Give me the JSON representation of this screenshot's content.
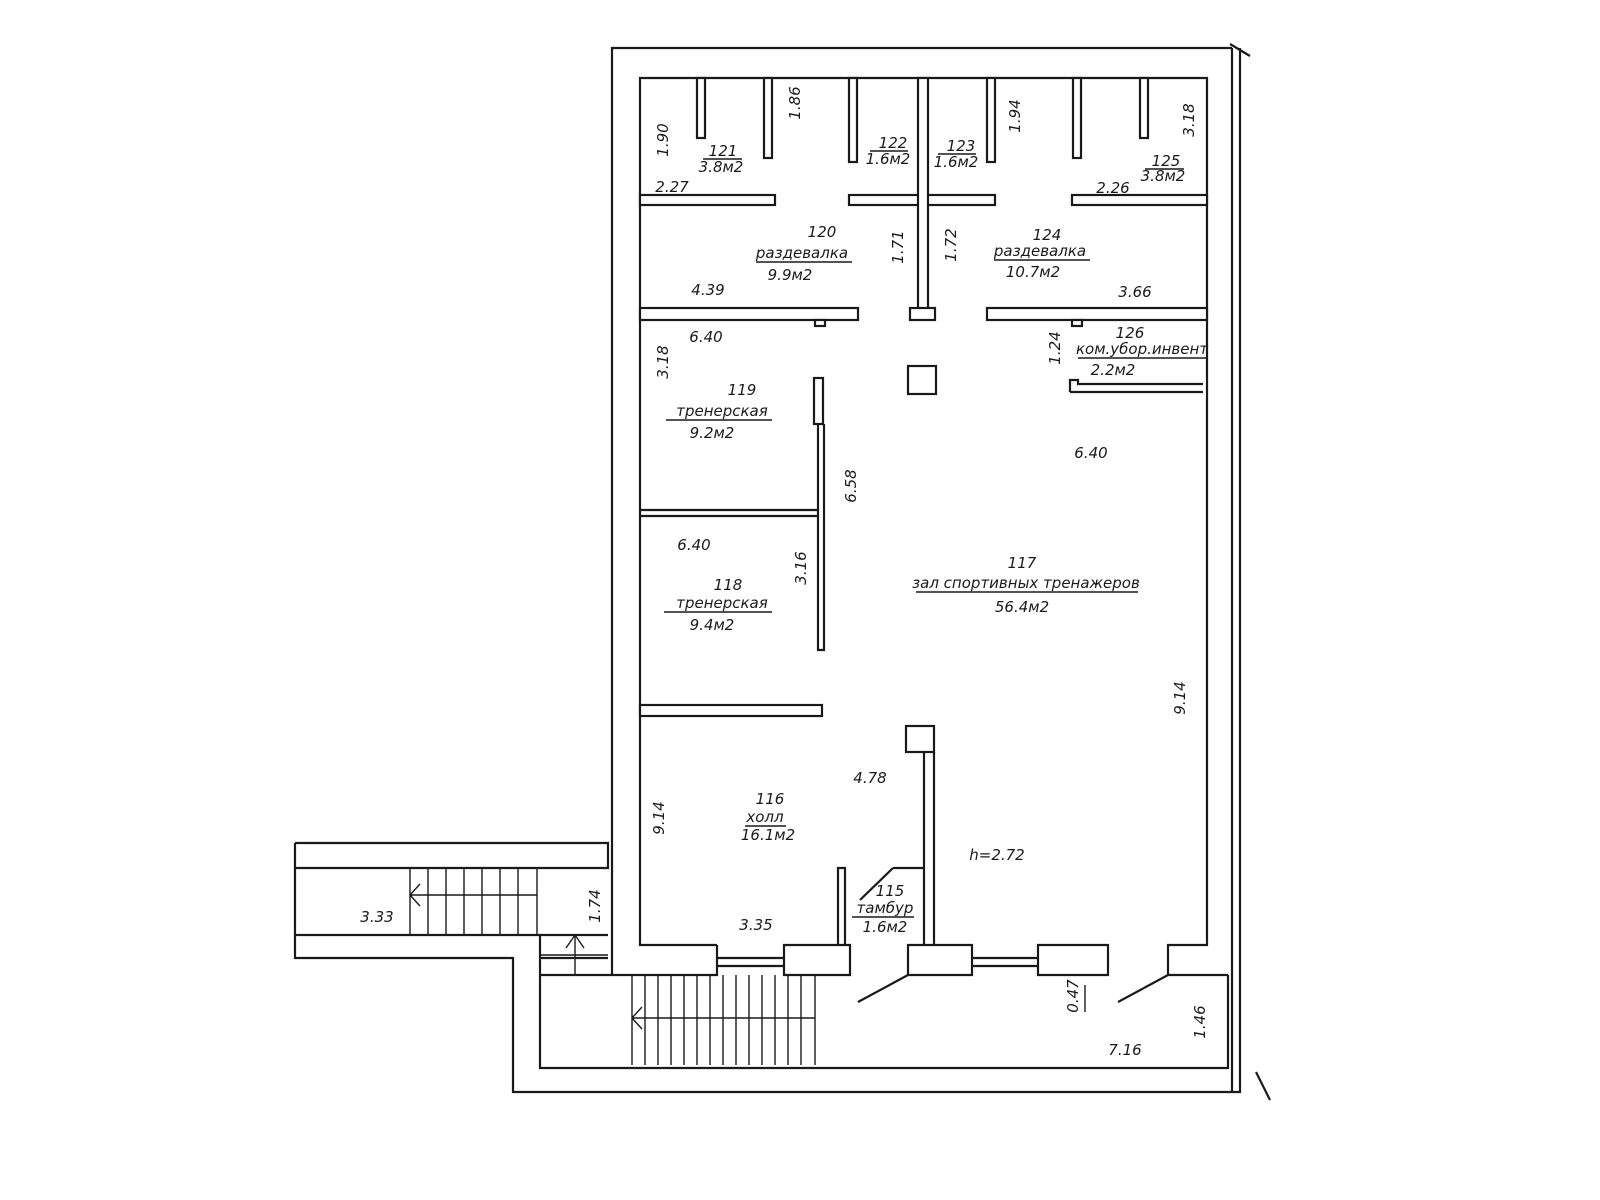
{
  "plan": {
    "rooms": [
      {
        "number": "116",
        "name": "холл",
        "area": "16.1м2"
      },
      {
        "number": "115",
        "name": "тамбур",
        "area": "1.6м2"
      },
      {
        "number": "117",
        "name": "зал спортивных тренажеров",
        "area": "56.4м2"
      },
      {
        "number": "118",
        "name": "тренерская",
        "area": "9.4м2"
      },
      {
        "number": "119",
        "name": "тренерская",
        "area": "9.2м2"
      },
      {
        "number": "120",
        "name": "раздевалка",
        "area": "9.9м2"
      },
      {
        "number": "121",
        "name": "",
        "area": "3.8м2"
      },
      {
        "number": "122",
        "name": "",
        "area": "1.6м2"
      },
      {
        "number": "123",
        "name": "",
        "area": "1.6м2"
      },
      {
        "number": "124",
        "name": "раздевалка",
        "area": "10.7м2"
      },
      {
        "number": "125",
        "name": "",
        "area": "3.8м2"
      },
      {
        "number": "126",
        "name": "ком.убор.инвент",
        "area": "2.2м2"
      }
    ],
    "dimensions": [
      "1.90",
      "1.86",
      "2.27",
      "1.71",
      "1.72",
      "1.94",
      "2.26",
      "3.18",
      "4.39",
      "3.66",
      "6.40",
      "3.18",
      "1.24",
      "6.40",
      "6.58",
      "6.40",
      "3.16",
      "9.14",
      "4.78",
      "9.14",
      "3.35",
      "3.33",
      "1.74",
      "0.47",
      "1.46",
      "7.16"
    ],
    "ceiling_height": "h=2.72"
  }
}
